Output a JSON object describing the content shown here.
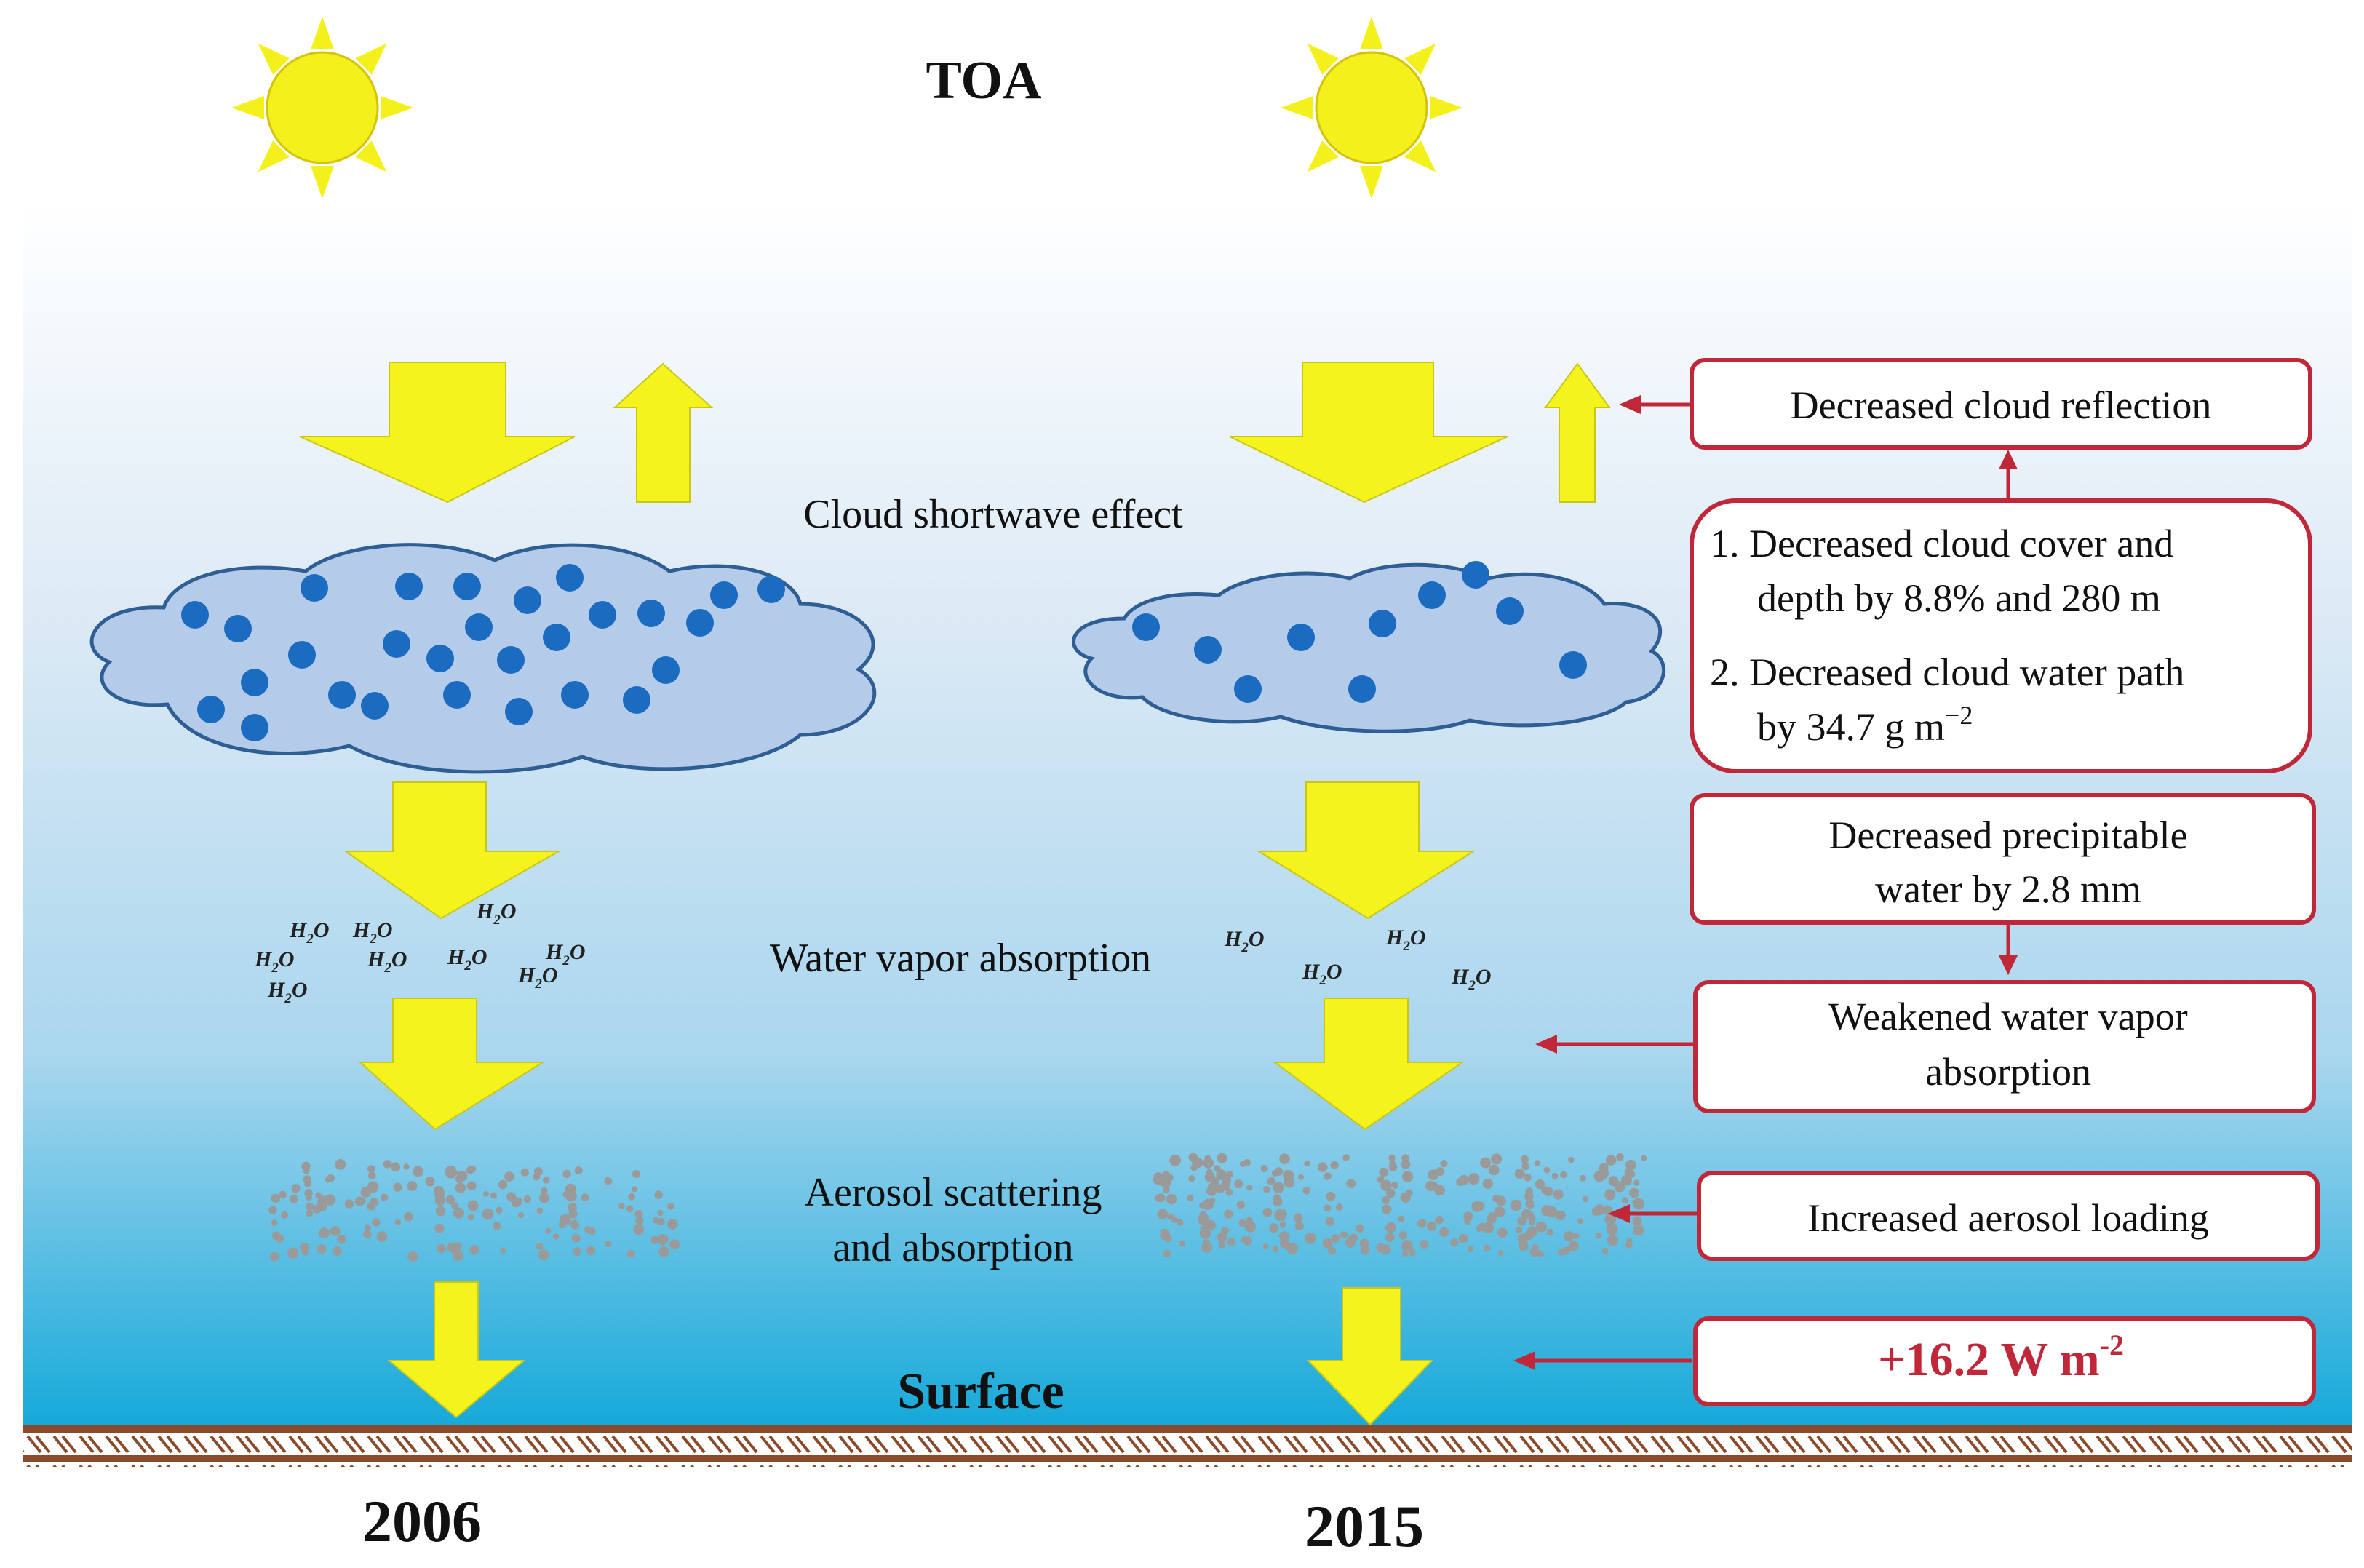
{
  "labels": {
    "toa": "TOA",
    "surface": "Surface",
    "year_left": "2006",
    "year_right": "2015",
    "cloud_effect": "Cloud shortwave effect",
    "water_vapor": "Water vapor absorption",
    "aerosol_line1": "Aerosol scattering",
    "aerosol_line2": "and absorption"
  },
  "boxes": {
    "reflection": "Decreased cloud reflection",
    "cloud_1_line1": "1. Decreased cloud cover and",
    "cloud_1_line2": "depth by 8.8% and 280 m",
    "cloud_2_line1": "2. Decreased cloud water path",
    "cloud_2_line2": "by 34.7 g m",
    "cloud_2_exp": "−2",
    "precip_line1": "Decreased precipitable",
    "precip_line2": "water by 2.8 mm",
    "vapor_line1": "Weakened water vapor",
    "vapor_line2": "absorption",
    "aerosol": "Increased aerosol loading",
    "flux_value": "+16.2 W m",
    "flux_exp": "-2"
  },
  "molecule": {
    "h": "H",
    "sub": "2",
    "o": "O"
  },
  "colors": {
    "sky_top": "#ffffff",
    "sky_bottom": "#16a9d9",
    "sun": "#f4f01c",
    "arrow": "#f4f41c",
    "cloud_fill": "#b4cbe9",
    "cloud_stroke": "#2f5e94",
    "droplet": "#1b6cc0",
    "box_border": "#c0283a",
    "ground": "#8b4a2a",
    "aerosol": "#9a9a9a"
  }
}
